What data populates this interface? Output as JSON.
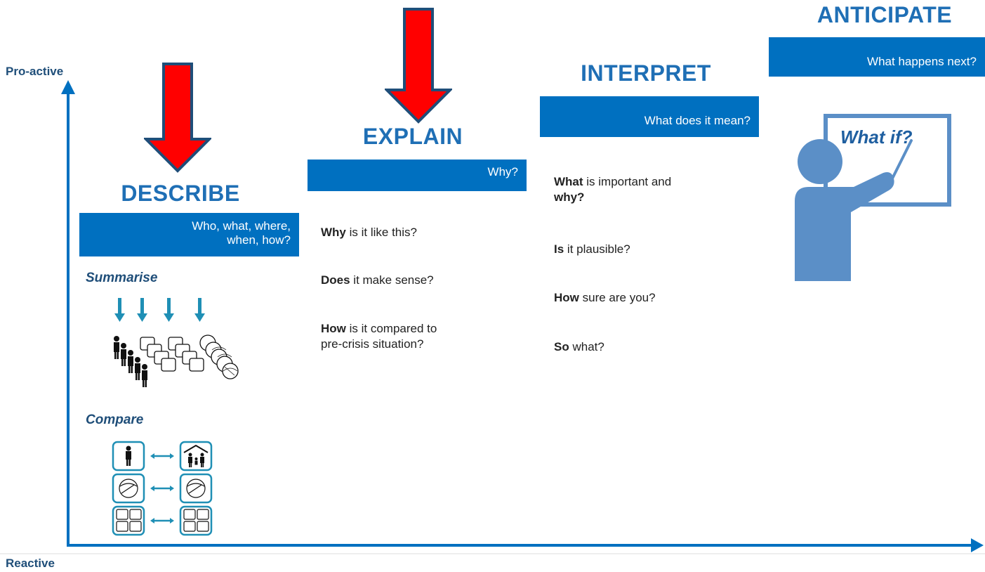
{
  "axis": {
    "y_label": "Pro-active",
    "x_label": "Reactive"
  },
  "stages": {
    "describe": {
      "title": "DESCRIBE",
      "banner_line1": "Who, what, where,",
      "banner_line2": "when, how?",
      "sub1": "Summarise",
      "sub2": "Compare"
    },
    "explain": {
      "title": "EXPLAIN",
      "banner": "Why?",
      "q1_bold": "Why",
      "q1_rest": " is it like this?",
      "q2_bold": "Does",
      "q2_rest": " it make sense?",
      "q3_bold": "How",
      "q3_rest": " is it compared to",
      "q3_line2": "pre-crisis situation?"
    },
    "interpret": {
      "title": "INTERPRET",
      "banner": "What does it mean?",
      "q1_bold": "What",
      "q1_rest": " is important and",
      "q1_line2_bold": "why?",
      "q2_bold": "Is",
      "q2_rest": " it plausible?",
      "q3_bold": "How",
      "q3_rest": " sure are you?",
      "q4_bold": "So",
      "q4_rest": " what?"
    },
    "anticipate": {
      "title": "ANTICIPATE",
      "banner": "What happens next?",
      "board_text": "What if?"
    }
  },
  "colors": {
    "accent_blue": "#0070c0",
    "title_blue": "#1f6fb5",
    "arrow_red": "#ff0000",
    "arrow_outline": "#1f4e79",
    "teal": "#1f8fb5",
    "figure_blue": "#5b8fc7"
  },
  "icons": {
    "summary_icon": "people-and-places-stack-icon",
    "compare_icons": [
      "person-icon",
      "family-house-icon",
      "globe-icon",
      "globe-icon",
      "sector-grid-icon",
      "sector-grid-icon"
    ],
    "presenter": "presenter-at-whiteboard-icon"
  }
}
